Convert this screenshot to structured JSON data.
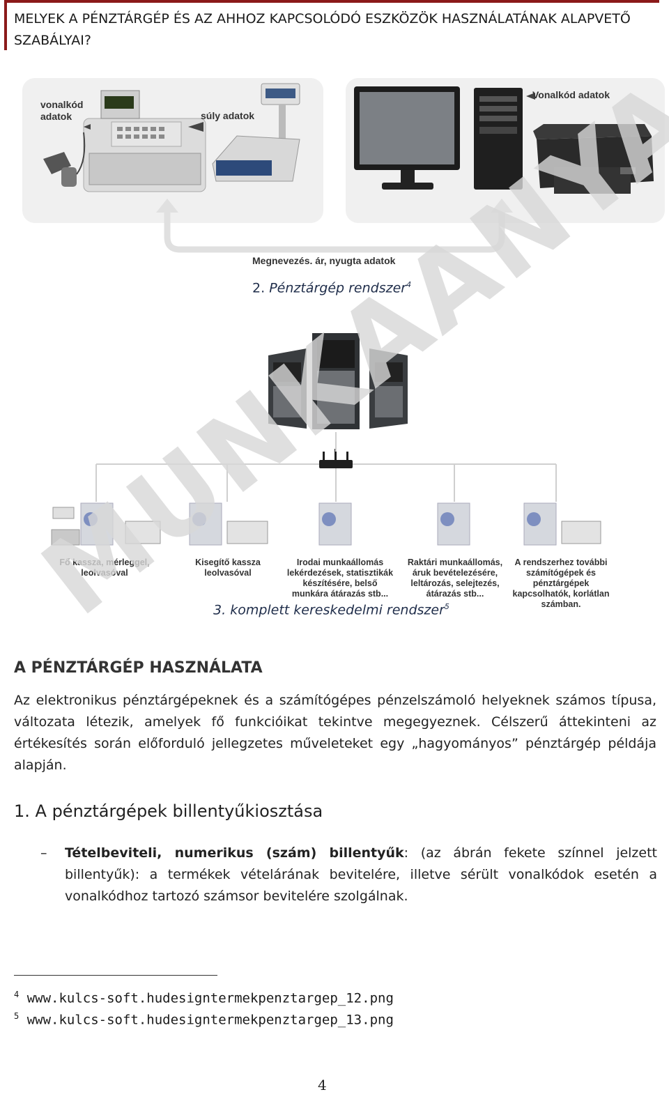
{
  "header": {
    "title": "MELYEK A PÉNZTÁRGÉP ÉS AZ AHHOZ KAPCSOLÓDÓ ESZKÖZÖK HASZNÁLATÁNAK ALAPVETŐ SZABÁLYAI?"
  },
  "figure1": {
    "label_barcode_left": "vonalkód adatok",
    "label_weight": "súly adatok",
    "label_barcode_right": "Vonalkód adatok",
    "label_bottom": "Megnevezés. ár, nyugta adatok",
    "caption_num": "2.",
    "caption_text": "Pénztárgép rendszer",
    "caption_ref": "4"
  },
  "figure2": {
    "nodes": [
      {
        "label": "Fő kassza, mérleggel, leolvasóval"
      },
      {
        "label": "Kisegítő kassza leolvasóval"
      },
      {
        "label": "Irodai munkaállomás lekérdezések, statisztikák készítésére, belső munkára átárazás stb..."
      },
      {
        "label": "Raktári munkaállomás, áruk bevételezésére, leltározás, selejtezés, átárazás stb..."
      },
      {
        "label": "A rendszerhez további számítógépek és pénztárgépek kapcsolhatók, korlátlan számban."
      }
    ],
    "caption_num": "3.",
    "caption_text": "komplett kereskedelmi rendszer",
    "caption_ref": "5"
  },
  "section": {
    "title": "A PÉNZTÁRGÉP HASZNÁLATA",
    "paragraph": "Az elektronikus pénztárgépeknek és a számítógépes pénzelszámoló helyeknek számos típusa, változata létezik, amelyek fő funkcióikat tekintve megegyeznek. Célszerű áttekinteni az értékesítés során előforduló jellegzetes műveleteket egy „hagyományos” pénztárgép példája alapján."
  },
  "subsection": {
    "title": "1. A pénztárgépek billentyűkiosztása",
    "bullet_dash": "–",
    "bullet_term": "Tételbeviteli, numerikus (szám) billentyűk",
    "bullet_text": ": (az ábrán fekete színnel jelzett billentyűk): a termékek vételárának bevitelére, illetve sérült vonalkódok esetén a vonalkódhoz tartozó számsor bevitelére szolgálnak."
  },
  "footnotes": [
    {
      "num": "4",
      "text": "www.kulcs-soft.hudesigntermekpenztargep_12.png"
    },
    {
      "num": "5",
      "text": "www.kulcs-soft.hudesigntermekpenztargep_13.png"
    }
  ],
  "watermark": {
    "text": "MUNKAANYAG"
  },
  "page_number": "4",
  "colors": {
    "header_rule": "#8b1a1a",
    "caption": "#1f2d4a"
  }
}
